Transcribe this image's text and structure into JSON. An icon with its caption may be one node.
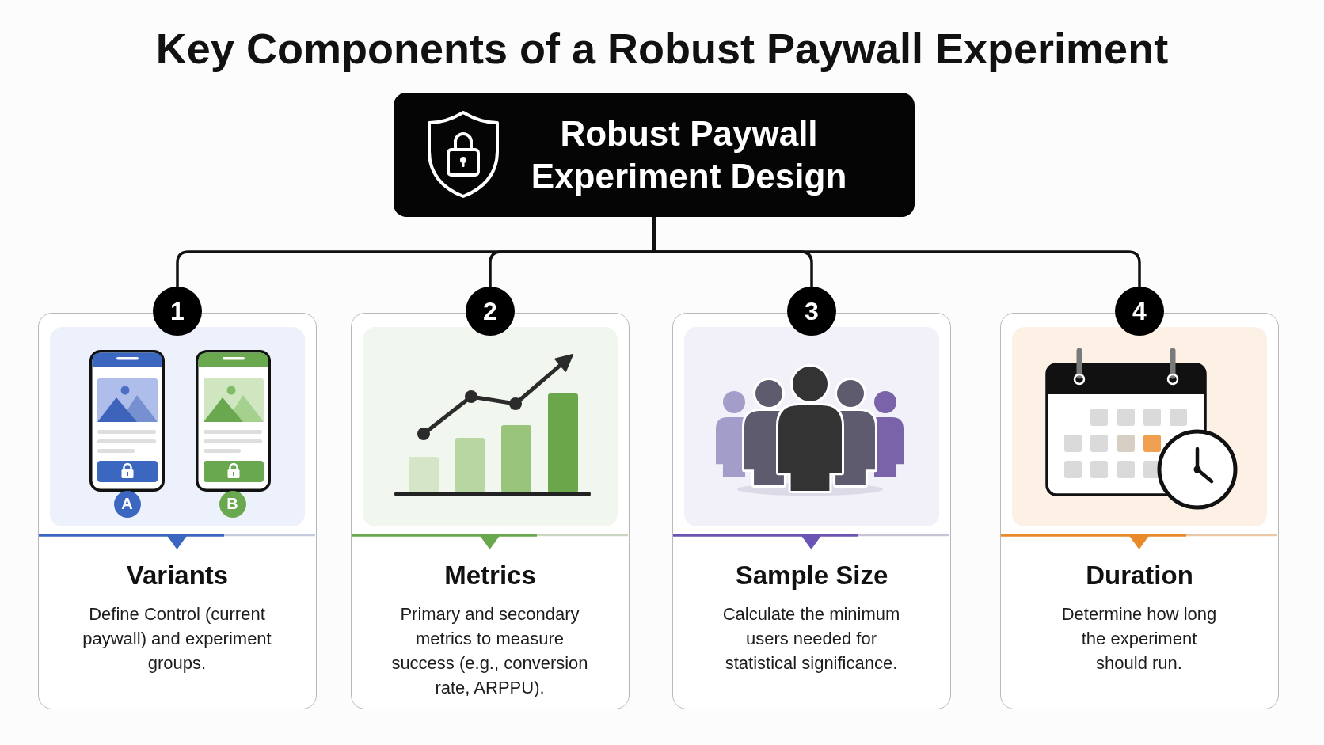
{
  "diagram": {
    "title": "Key Components of a Robust Paywall Experiment",
    "nodes": [
      {
        "text": [
          "Robust Paywall Experiment Design"
        ]
      },
      {
        "text": [
          "1"
        ]
      },
      {
        "text": [
          "Variants",
          "Define Control (current paywall) and experiment groups."
        ]
      },
      {
        "text": [
          "A"
        ],
        "in": 2
      },
      {
        "text": [
          "B"
        ],
        "in": 2
      },
      {
        "text": [
          "2"
        ]
      },
      {
        "text": [
          "Metrics",
          "Primary and secondary metrics to measure success (e.g., conversion rate, ARPPU)."
        ]
      },
      {
        "text": [
          "3"
        ]
      },
      {
        "text": [
          "Sample Size",
          "Calculate the minimum users needed for statistical significance."
        ]
      },
      {
        "text": [
          "4"
        ]
      },
      {
        "text": [
          "Duration",
          "Determine how long the experiment should run."
        ]
      }
    ],
    "edges": [
      {
        "from": 0,
        "to": 1,
        "arrow": "none"
      },
      {
        "from": 0,
        "to": 5,
        "arrow": "none"
      },
      {
        "from": 0,
        "to": 7,
        "arrow": "none"
      },
      {
        "from": 0,
        "to": 9,
        "arrow": "none"
      }
    ]
  }
}
